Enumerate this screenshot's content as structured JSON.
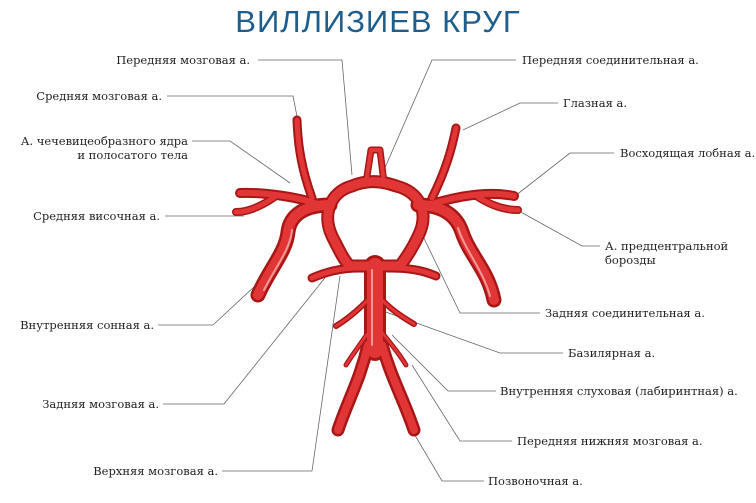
{
  "title": "ВИЛЛИЗИЕВ КРУГ",
  "colors": {
    "title": "#1f5d8c",
    "artery": "#d92b2b",
    "artery_dark": "#a81616",
    "artery_light": "#f3a3a3",
    "leader": "#555555"
  },
  "labels": {
    "l1": "Передняя мозговая а.",
    "l2": "Средняя мозговая а.",
    "l3": "А. чечевицеобразного ядра\nи полосатого тела",
    "l4": "Средняя височная а.",
    "l5": "Внутренняя сонная а.",
    "l6": "Задняя мозговая а.",
    "l7": "Верхняя мозговая а.",
    "r1": "Передняя соединительная а.",
    "r2": "Глазная а.",
    "r3": "Восходящая лобная а.",
    "r4": "А. предцентральной\nборозды",
    "r5": "Задняя соединительная а.",
    "r6": "Базилярная а.",
    "r7": "Внутренняя слуховая (лабиринтная) а.",
    "r8": "Передняя нижняя мозговая а.",
    "r9": "Позвоночная а."
  }
}
